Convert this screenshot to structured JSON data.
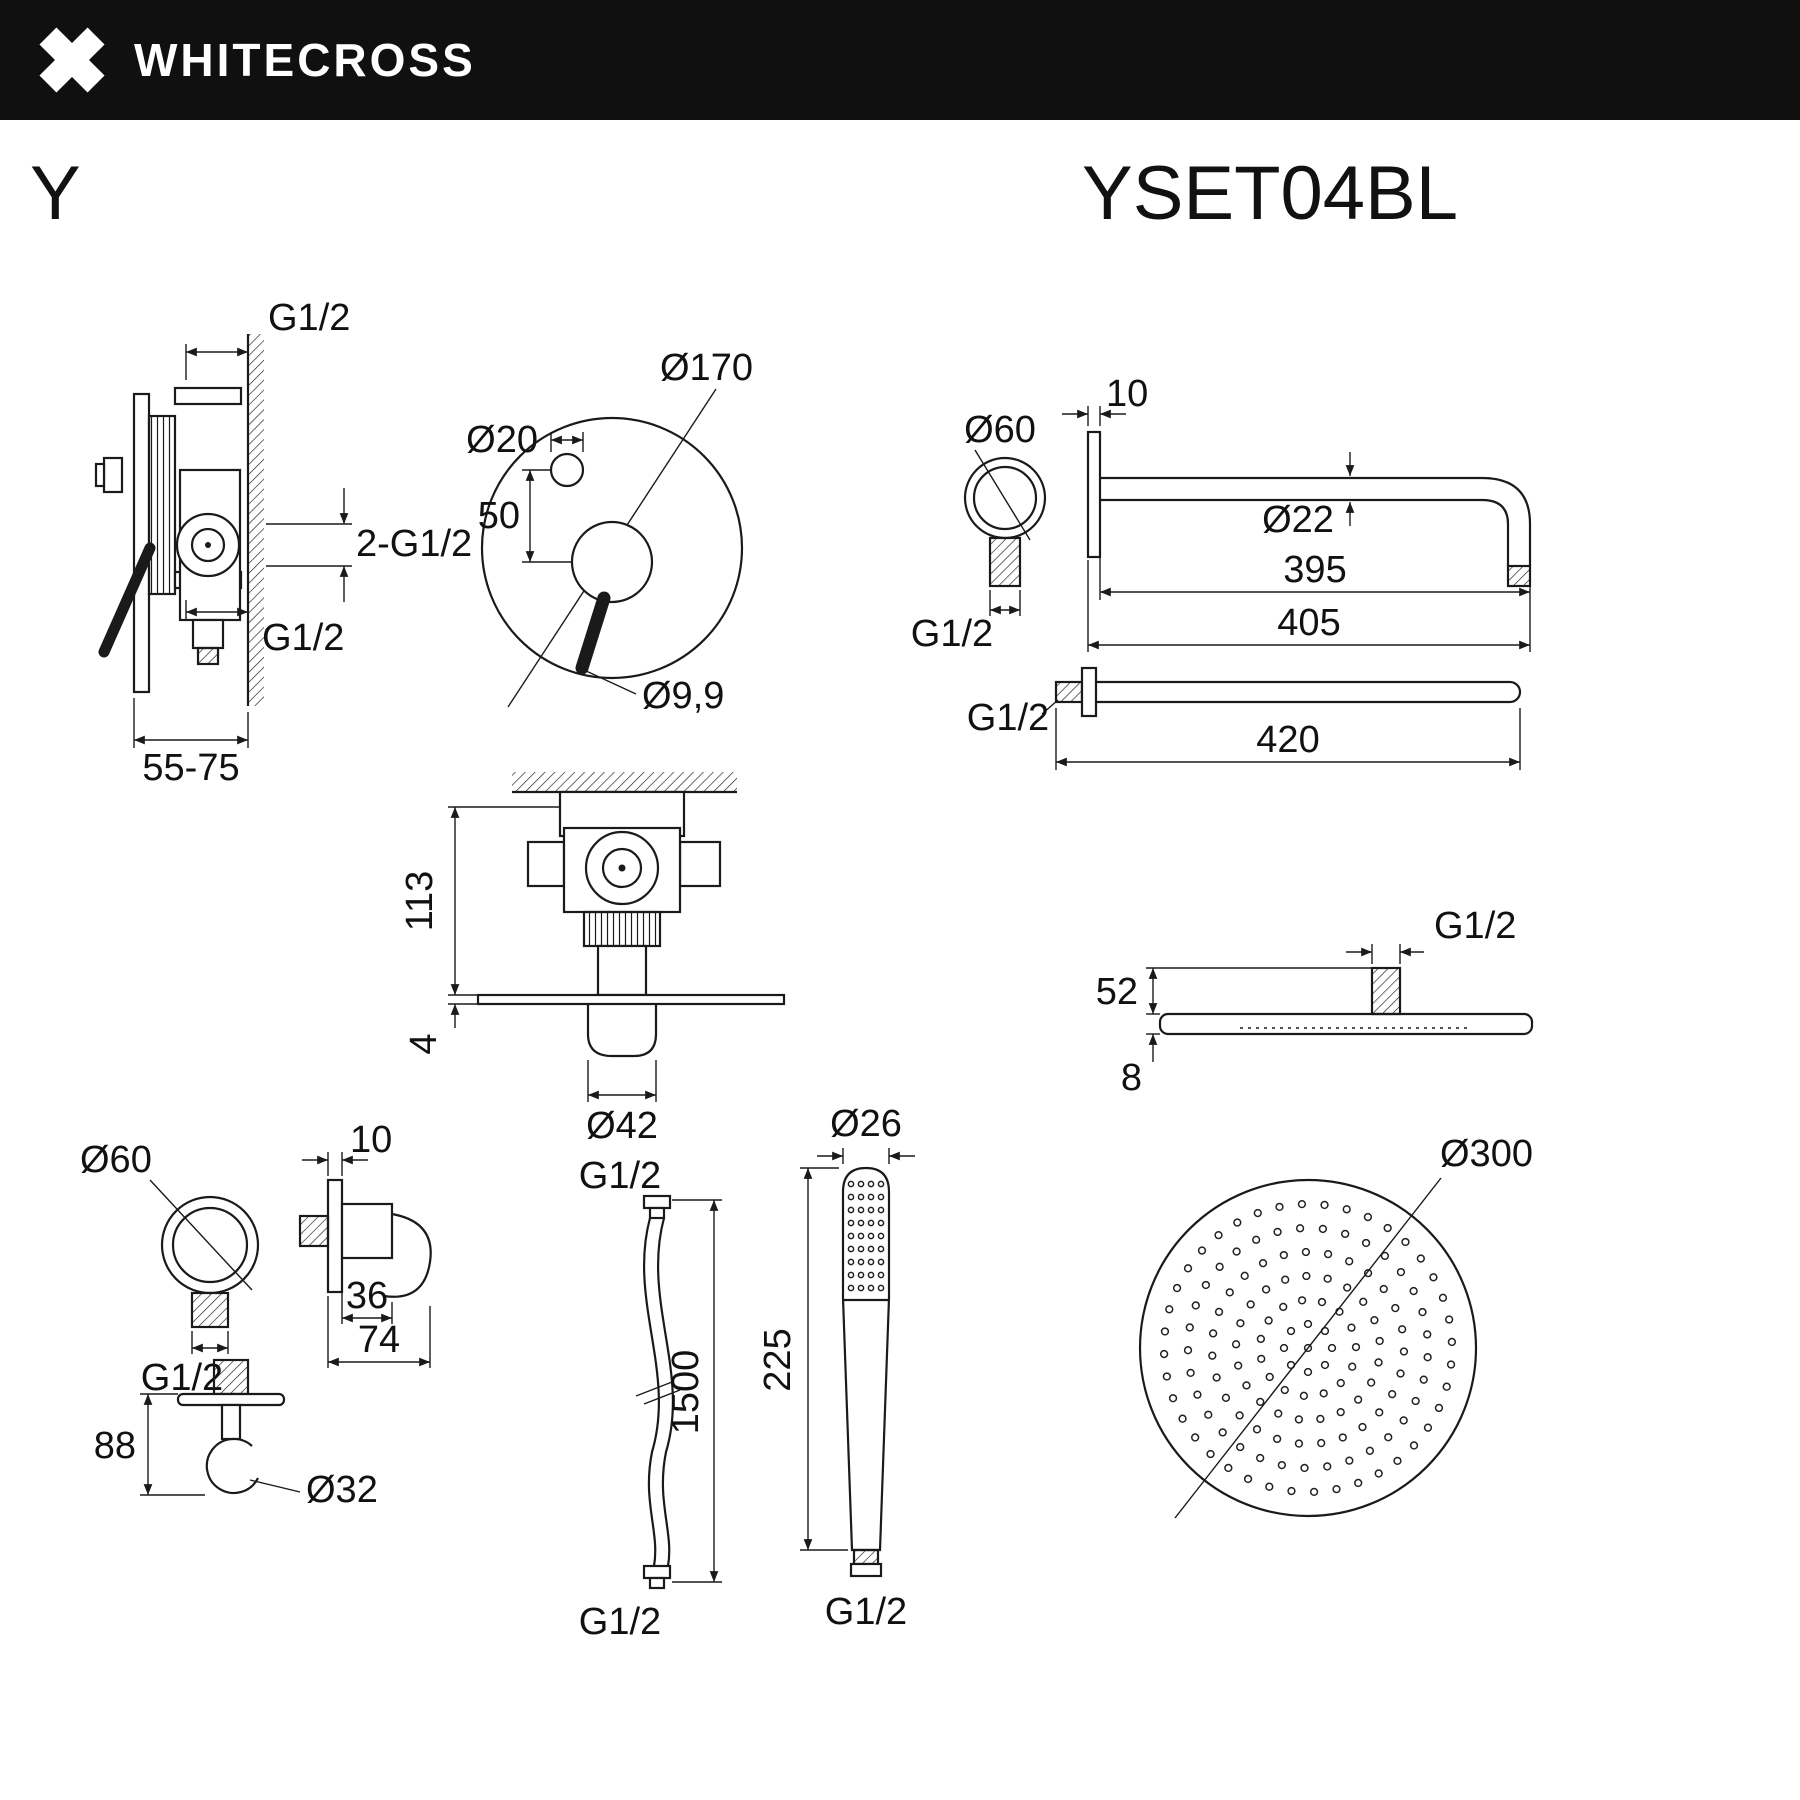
{
  "header": {
    "brand": "WHITECROSS"
  },
  "title": {
    "series": "Y",
    "model": "YSET04BL"
  },
  "mixer_side": {
    "thread_top": "G1/2",
    "thread_pair": "2-G1/2",
    "thread_bottom": "G1/2",
    "depth_range": "55-75"
  },
  "mixer_front": {
    "plate_diameter": "Ø170",
    "diverter_diameter": "Ø20",
    "center_spacing": "50",
    "lever_pin_diameter": "Ø9,9"
  },
  "shower_arm": {
    "flange_diameter": "Ø60",
    "wall_plate_thickness": "10",
    "tube_diameter": "Ø22",
    "length_to_bend": "395",
    "overall_length": "405",
    "inlet_thread": "G1/2",
    "straight_arm_thread": "G1/2",
    "straight_arm_length": "420"
  },
  "mixer_section": {
    "body_height": "113",
    "plate_thickness": "4",
    "collar_diameter": "Ø42"
  },
  "head_side": {
    "thread": "G1/2",
    "connector_height": "52",
    "plate_thickness": "8"
  },
  "wall_outlet": {
    "flange_diameter": "Ø60",
    "thread": "G1/2",
    "plate_thickness": "10",
    "body_width": "36",
    "body_depth": "74",
    "holder_height": "88",
    "hook_diameter": "Ø32"
  },
  "hose": {
    "thread_top": "G1/2",
    "length": "1500",
    "thread_bottom": "G1/2"
  },
  "handshower": {
    "head_diameter": "Ø26",
    "length": "225",
    "thread": "G1/2"
  },
  "head_face": {
    "diameter": "Ø300"
  }
}
